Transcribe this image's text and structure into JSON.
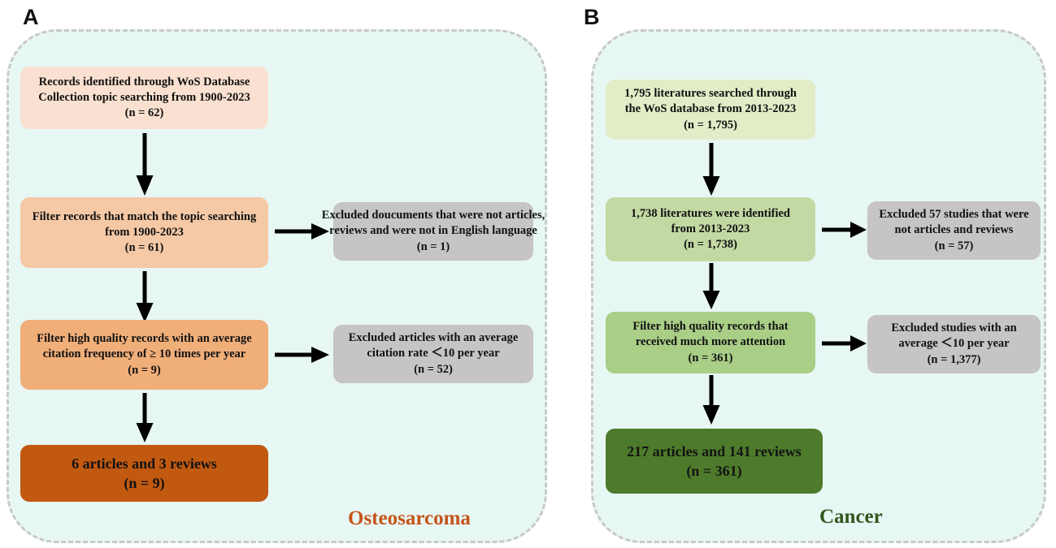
{
  "figure": {
    "type": "prisma-flow-diagram",
    "panels": [
      {
        "letter": "A",
        "caption": "Osteosarcoma",
        "caption_color": "#c4551a",
        "accent_colors": [
          "#fae0d0",
          "#f5c9a6",
          "#f0ae79",
          "#c25911"
        ],
        "nodes": [
          {
            "id": "a1",
            "kind": "included",
            "color": "#fae0d0",
            "lines": [
              "Records identified through WoS Database",
              "Collection topic searching from 1900-2023",
              "(n = 62)"
            ],
            "count": 62
          },
          {
            "id": "a2",
            "kind": "included",
            "color": "#f5c9a6",
            "lines": [
              "Filter records that match the topic searching",
              "from 1900-2023",
              "(n = 61)"
            ],
            "count": 61
          },
          {
            "id": "a3",
            "kind": "included",
            "color": "#f0ae79",
            "lines": [
              "Filter high quality records with an average",
              "citation frequency of ≥ 10 times per year",
              "(n = 9)"
            ],
            "count": 9
          },
          {
            "id": "a4",
            "kind": "result",
            "color": "#c25911",
            "lines": [
              "6 articles and 3 reviews",
              "(n = 9)"
            ],
            "count": 9
          },
          {
            "id": "a_ex1",
            "kind": "excluded",
            "color": "#c6c4c4",
            "lines": [
              "Excluded doucuments that were not articles,",
              "reviews and were not in English language",
              "(n = 1)"
            ],
            "count": 1
          },
          {
            "id": "a_ex2",
            "kind": "excluded",
            "color": "#c6c4c4",
            "lines": [
              "Excluded articles with an average",
              "citation rate ＜10 per year",
              "(n = 52)"
            ],
            "count": 52
          }
        ]
      },
      {
        "letter": "B",
        "caption": "Cancer",
        "caption_color": "#33581f",
        "accent_colors": [
          "#e2edc8",
          "#c2d9a3",
          "#a9ce86",
          "#4e7b2b"
        ],
        "nodes": [
          {
            "id": "b1",
            "kind": "included",
            "color": "#e2edc8",
            "lines": [
              "1,795 literatures searched through",
              "the WoS database from 2013-2023",
              "(n = 1,795)"
            ],
            "count": 1795
          },
          {
            "id": "b2",
            "kind": "included",
            "color": "#c2d9a3",
            "lines": [
              "1,738 literatures were identified",
              "from 2013-2023",
              "(n = 1,738)"
            ],
            "count": 1738
          },
          {
            "id": "b3",
            "kind": "included",
            "color": "#a9ce86",
            "lines": [
              "Filter high quality records that",
              "received much more attention",
              "(n = 361)"
            ],
            "count": 361
          },
          {
            "id": "b4",
            "kind": "result",
            "color": "#4e7b2b",
            "lines": [
              "217 articles and 141 reviews",
              "(n = 361)"
            ],
            "count": 361
          },
          {
            "id": "b_ex1",
            "kind": "excluded",
            "color": "#c6c4c4",
            "lines": [
              "Excluded 57 studies that were",
              "not articles and reviews",
              "(n = 57)"
            ],
            "count": 57
          },
          {
            "id": "b_ex2",
            "kind": "excluded",
            "color": "#c6c4c4",
            "lines": [
              "Excluded studies with an",
              "average ＜10 per year",
              "(n = 1,377)"
            ],
            "count": 1377
          }
        ]
      }
    ]
  }
}
